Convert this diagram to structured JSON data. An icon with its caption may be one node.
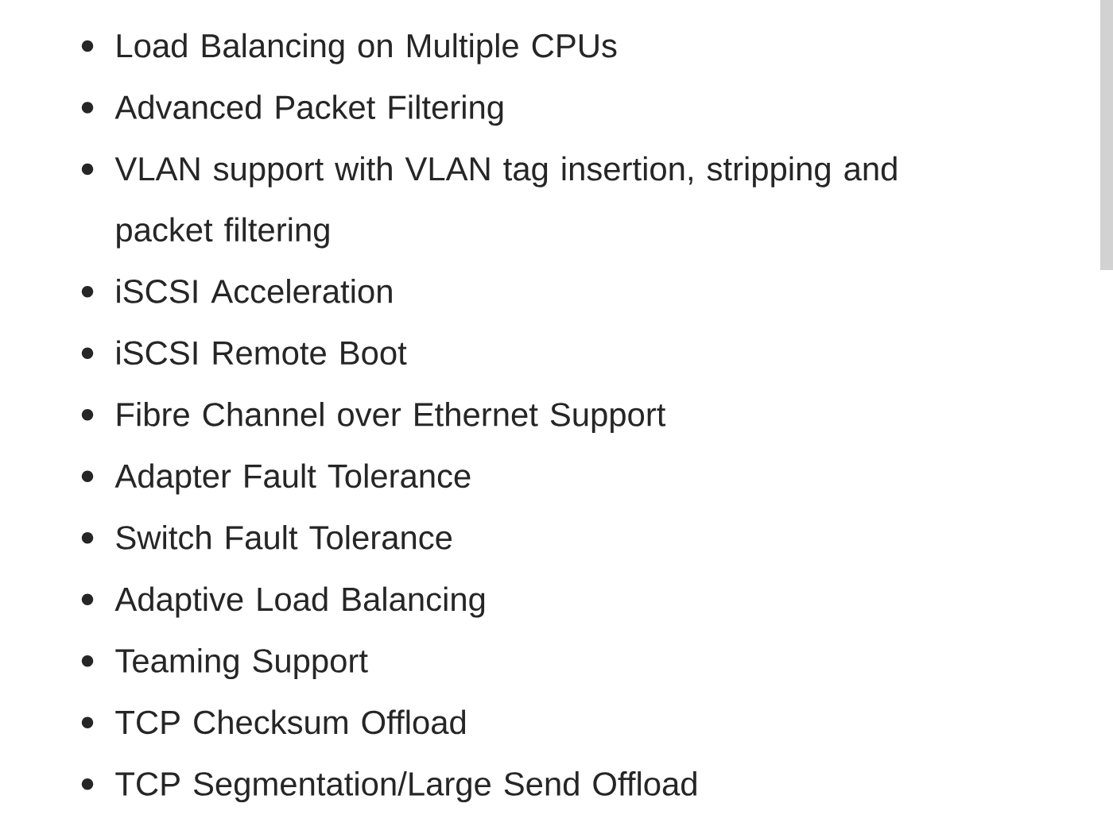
{
  "diagram": {
    "labels": [
      "Load Balancing on Multiple CPUs",
      "Advanced Packet Filtering",
      "VLAN support with VLAN tag insertion, stripping and packet filtering",
      "iSCSI Acceleration",
      "iSCSI Remote Boot",
      "Fibre Channel over Ethernet Support",
      "Adapter Fault Tolerance",
      "Switch Fault Tolerance",
      "Adaptive Load Balancing",
      "Teaming Support",
      "TCP Checksum Offload",
      "TCP Segmentation/Large Send Offload"
    ]
  }
}
